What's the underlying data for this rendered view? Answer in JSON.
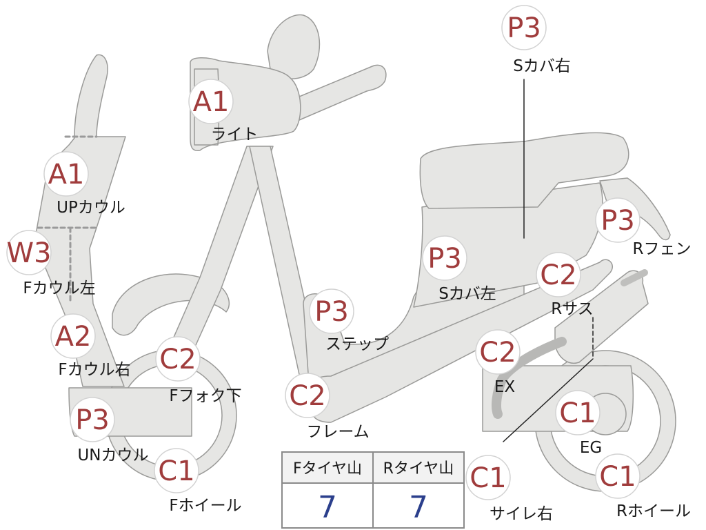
{
  "colors": {
    "part_fill": "#e6e6e4",
    "part_stroke": "#9a9a98",
    "badge_fill": "#ffffff",
    "badge_stroke": "#d2d2d2",
    "grade_text": "#a03c3c",
    "label_text": "#1a1a1a",
    "tire_value": "#2b3f8c",
    "table_border": "#8a8a8a",
    "table_header_bg": "#f2f2f2",
    "dash_line": "#9a9a9a"
  },
  "parts": [
    {
      "id": "up-cowl",
      "grade": "A1",
      "label": "UPカウル"
    },
    {
      "id": "f-cowl-left",
      "grade": "W3",
      "label": "Fカウル左"
    },
    {
      "id": "f-cowl-right",
      "grade": "A2",
      "label": "Fカウル右"
    },
    {
      "id": "un-cowl",
      "grade": "P3",
      "label": "UNカウル"
    },
    {
      "id": "light",
      "grade": "A1",
      "label": "ライト"
    },
    {
      "id": "f-fork-lower",
      "grade": "C2",
      "label": "Fフォク下"
    },
    {
      "id": "f-wheel",
      "grade": "C1",
      "label": "Fホイール"
    },
    {
      "id": "frame",
      "grade": "C2",
      "label": "フレーム"
    },
    {
      "id": "step",
      "grade": "P3",
      "label": "ステップ"
    },
    {
      "id": "s-cover-left",
      "grade": "P3",
      "label": "Sカバ左"
    },
    {
      "id": "s-cover-right",
      "grade": "P3",
      "label": "Sカバ右"
    },
    {
      "id": "r-fender",
      "grade": "P3",
      "label": "Rフェン"
    },
    {
      "id": "r-suspension",
      "grade": "C2",
      "label": "Rサス"
    },
    {
      "id": "exhaust",
      "grade": "C2",
      "label": "EX"
    },
    {
      "id": "engine",
      "grade": "C1",
      "label": "EG"
    },
    {
      "id": "r-wheel",
      "grade": "C1",
      "label": "Rホイール"
    },
    {
      "id": "muffler-right",
      "grade": "C1",
      "label": "サイレ右"
    }
  ],
  "tire_tread": {
    "front": {
      "label": "Fタイヤ山",
      "value": "7"
    },
    "rear": {
      "label": "Rタイヤ山",
      "value": "7"
    }
  }
}
